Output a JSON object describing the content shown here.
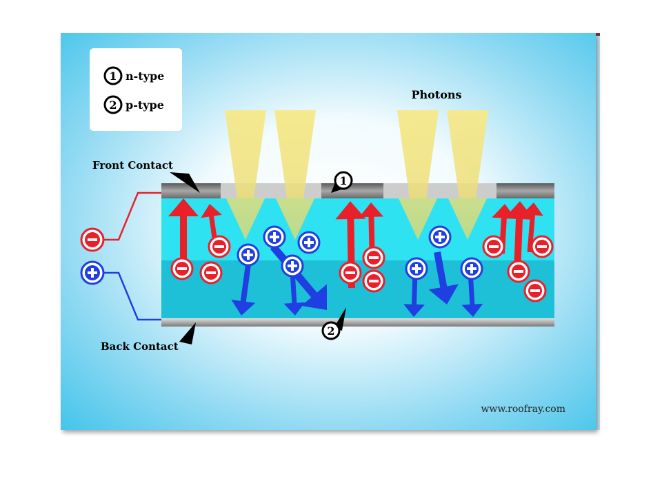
{
  "legend": {
    "items": [
      {
        "number": "1",
        "label": "n-type"
      },
      {
        "number": "2",
        "label": "p-type"
      }
    ]
  },
  "labels": {
    "photons": "Photons",
    "front_contact": "Front Contact",
    "back_contact": "Back Contact",
    "marker_n": "1",
    "marker_p": "2",
    "website": "www.roofray.com"
  },
  "colors": {
    "background_center": "#ffffff",
    "background_edge": "#3fc3ea",
    "n_layer": "#2fe2f2",
    "p_layer": "#1ec0d8",
    "contact": "#8c8c8c",
    "photon": "#f3e27a",
    "electron": "#e8202a",
    "hole": "#1f3fe0",
    "wire_negative": "#e8202a",
    "wire_positive": "#1f3fe0"
  },
  "symbols": {
    "electron": "−",
    "hole": "+"
  }
}
